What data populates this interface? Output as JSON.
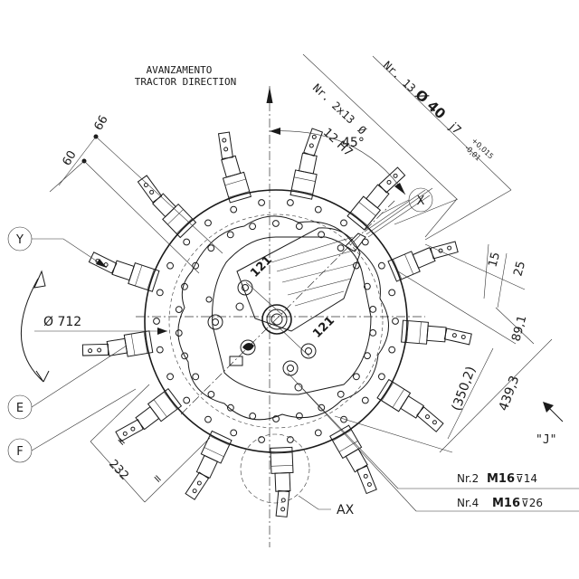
{
  "header": {
    "line1": "AVANZAMENTO",
    "line2": "TRACTOR DIRECTION"
  },
  "callouts": {
    "hole_count": "Nr. 2x13",
    "hole_dia_symbol": "Ø",
    "hole_fit": "12 H7",
    "pilot_count": "Nr. 13",
    "pilot_dia": "Ø 40",
    "pilot_fit": "j7",
    "tol_upper": "+0,015",
    "tol_lower": "-0,01"
  },
  "dimensions": {
    "angle": "45°",
    "d66": "66",
    "d60": "60",
    "d121_a": "121",
    "d121_b": "121",
    "dia712": "Ø 712",
    "d15": "15",
    "d25": "25",
    "d89": "89,1",
    "d350": "(350,2)",
    "d439": "439,3",
    "d232": "232",
    "eq1": "=",
    "eq2": "="
  },
  "views": {
    "x": "X",
    "y": "Y",
    "e": "E",
    "f": "F",
    "ax": "AX",
    "j": "\"J\""
  },
  "threads": {
    "row1_count": "Nr.2",
    "row1_size": "M16",
    "row1_depth": "⊽14",
    "row2_count": "Nr.4",
    "row2_size": "M16",
    "row2_depth": "⊽26"
  },
  "colors": {
    "line": "#1a1a1a",
    "background": "#ffffff"
  }
}
